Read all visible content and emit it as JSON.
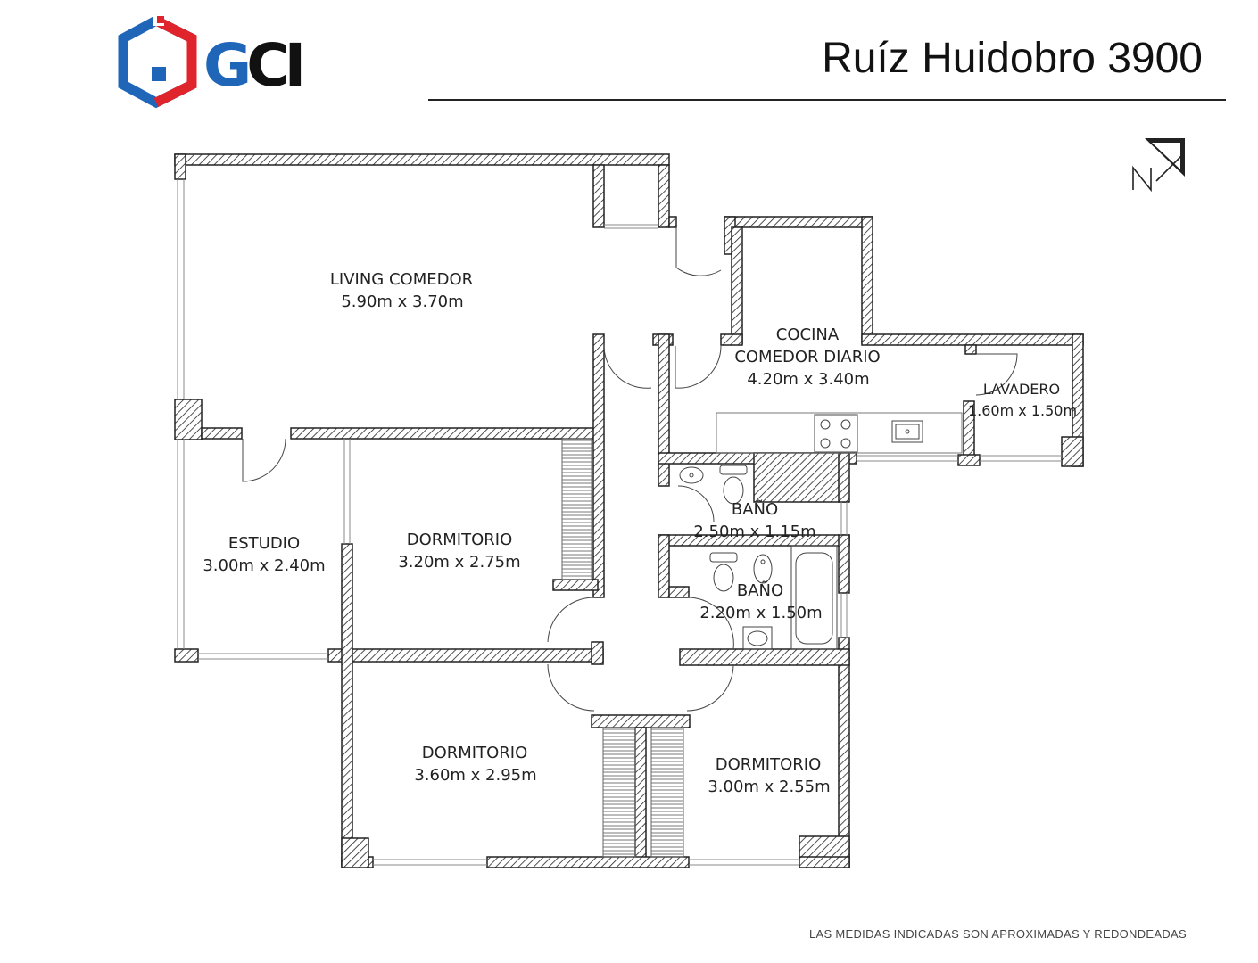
{
  "header": {
    "logo_text": "GCI",
    "title": "Ruíz Huidobro 3900"
  },
  "rooms": [
    {
      "name": "LIVING COMEDOR",
      "size": "5.90m x 3.70m"
    },
    {
      "name": "COCINA",
      "name2": "COMEDOR DIARIO",
      "size": "4.20m x 3.40m"
    },
    {
      "name": "LAVADERO",
      "size": "1.60m x 1.50m"
    },
    {
      "name": "BAÑO",
      "size": "2.50m x 1.15m"
    },
    {
      "name": "BAÑO",
      "size": "2.20m x 1.50m"
    },
    {
      "name": "ESTUDIO",
      "size": "3.00m x 2.40m"
    },
    {
      "name": "DORMITORIO",
      "size": "3.20m x 2.75m"
    },
    {
      "name": "DORMITORIO",
      "size": "3.60m x 2.95m"
    },
    {
      "name": "DORMITORIO",
      "size": "3.00m x 2.55m"
    }
  ],
  "footer": {
    "note": "LAS MEDIDAS INDICADAS SON APROXIMADAS Y REDONDEADAS"
  },
  "colors": {
    "logo_blue": "#1f66b8",
    "logo_red": "#e0242b",
    "wall": "#222222"
  },
  "icons": [
    "north-arrow-icon",
    "stove-icon",
    "sink-icon",
    "toilet-icon",
    "bidet-icon",
    "bathtub-icon",
    "washbasin-icon"
  ]
}
